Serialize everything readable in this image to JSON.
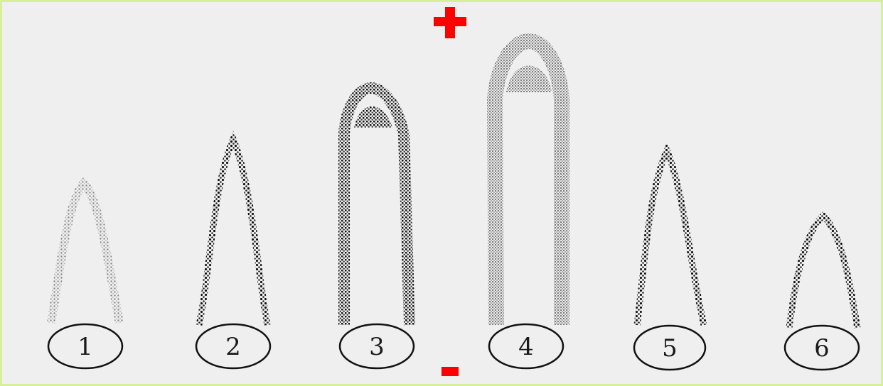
{
  "figure": {
    "sign_top": "+",
    "sign_bottom": "-",
    "sign_color": "#ff0000",
    "background_color": "#efefef",
    "border_color": "#d7ef98",
    "wells": [
      {
        "label": "1",
        "relative_height": 0.55,
        "style": "grey-solid"
      },
      {
        "label": "2",
        "relative_height": 0.68,
        "style": "dotted-outline"
      },
      {
        "label": "3",
        "relative_height": 0.82,
        "style": "dense-dotted"
      },
      {
        "label": "4",
        "relative_height": 1.0,
        "style": "dense-grey"
      },
      {
        "label": "5",
        "relative_height": 0.64,
        "style": "dotted-outline"
      },
      {
        "label": "6",
        "relative_height": 0.42,
        "style": "dotted-outline"
      }
    ]
  }
}
